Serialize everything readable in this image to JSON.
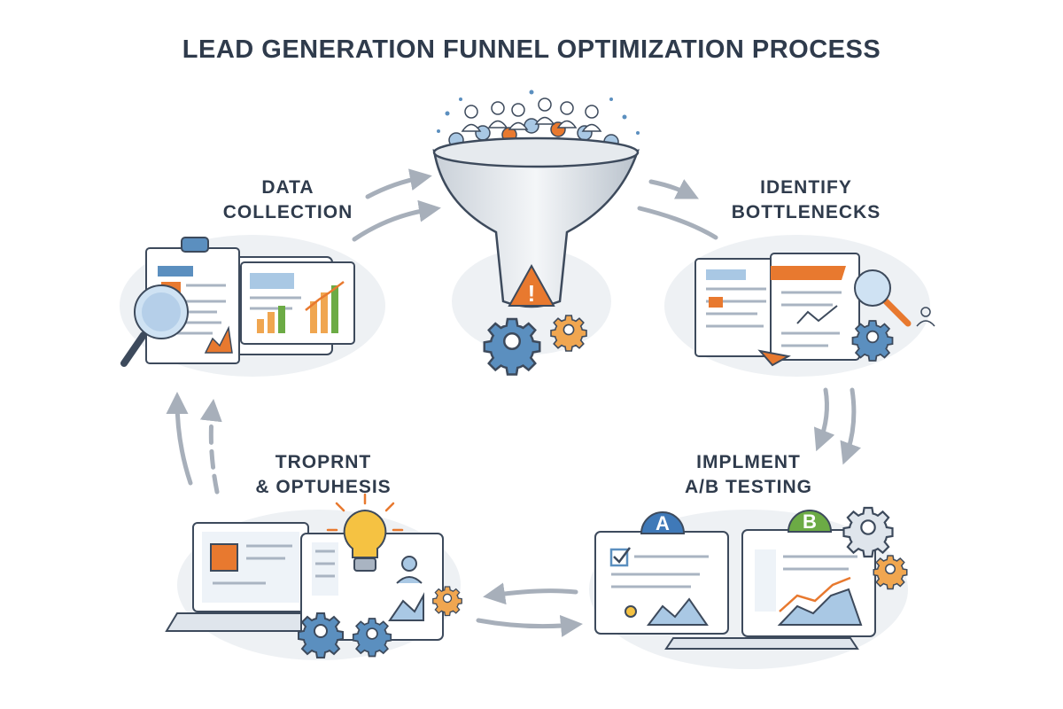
{
  "title": "LEAD GENERATION FUNNEL OPTIMIZATION PROCESS",
  "stages": [
    {
      "id": "data-collection",
      "lines": [
        "DATA",
        "COLLECTION"
      ]
    },
    {
      "id": "identify-bottlenecks",
      "lines": [
        "IDENTIFY",
        "BOTTLENECKS"
      ]
    },
    {
      "id": "ab-testing",
      "lines": [
        "IMPLMENT",
        "A/B TESTING"
      ]
    },
    {
      "id": "hypothesis",
      "lines": [
        "TROPRNT",
        "& OPTUHESIS"
      ]
    }
  ],
  "badges": {
    "a": "A",
    "b": "B"
  },
  "alert_symbol": "!",
  "colors": {
    "text": "#2f3b4c",
    "outline": "#3d4a5c",
    "blue": "#5b8fbf",
    "light_blue": "#a9c8e4",
    "orange": "#e8792f",
    "yellow": "#f5c242",
    "green": "#6cab45",
    "arrow": "#a7afba"
  },
  "icons": [
    "funnel-icon",
    "warning-icon",
    "gear-icon",
    "magnifier-icon",
    "document-icon",
    "chart-icon",
    "lightbulb-icon",
    "laptop-icon",
    "monitor-icon",
    "checkbox-icon",
    "user-icon"
  ]
}
